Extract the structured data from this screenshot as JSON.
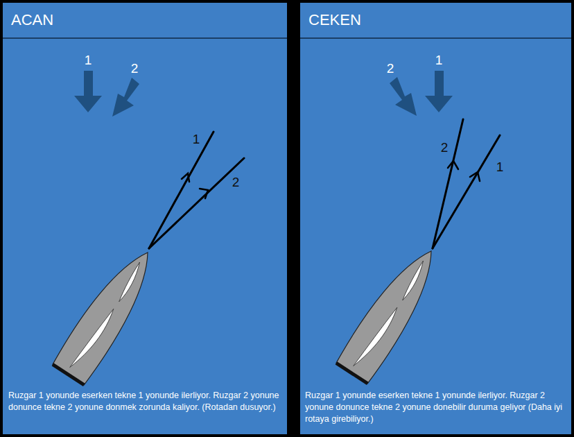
{
  "diagram": {
    "nodes": [
      {
        "text": [
          "ACAN"
        ]
      },
      {
        "text": [
          "CEKEN"
        ]
      }
    ],
    "labels": [
      "1",
      "2",
      "1",
      "2",
      "Ruzgar 1 yonunde eserken tekne 1 yonunde ilerliyor. Ruzgar 2 yonune donunce tekne 2 yonune donmek zorunda kaliyor. (Rotadan dusuyor.)",
      "2",
      "1",
      "2",
      "1",
      "Ruzgar 1 yonunde eserken tekne 1 yonunde ilerliyor. Ruzgar 2 yonune donunce tekne 2 yonune donebilir duruma geliyor (Daha iyi rotaya girebiliyor.)"
    ]
  }
}
